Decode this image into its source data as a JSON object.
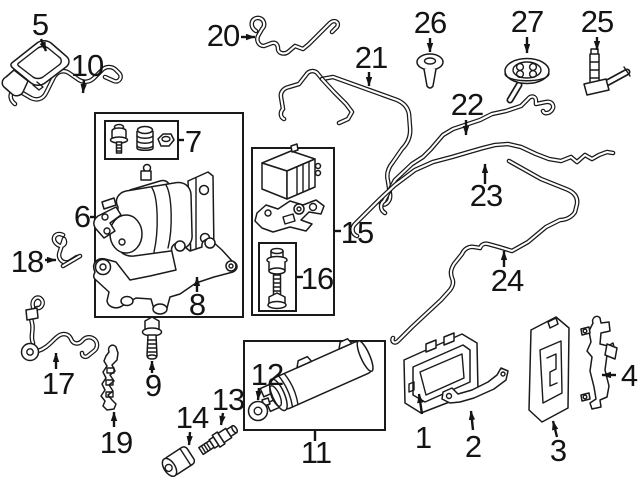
{
  "diagram": {
    "type": "exploded-parts-diagram",
    "background": "#ffffff",
    "line_color": "#1a1a1a",
    "label_color": "#141414",
    "callouts": [
      {
        "num": "1"
      },
      {
        "num": "2"
      },
      {
        "num": "3"
      },
      {
        "num": "4"
      },
      {
        "num": "5"
      },
      {
        "num": "6"
      },
      {
        "num": "7"
      },
      {
        "num": "8"
      },
      {
        "num": "9"
      },
      {
        "num": "10"
      },
      {
        "num": "11"
      },
      {
        "num": "12"
      },
      {
        "num": "13"
      },
      {
        "num": "14"
      },
      {
        "num": "15"
      },
      {
        "num": "16"
      },
      {
        "num": "17"
      },
      {
        "num": "18"
      },
      {
        "num": "19"
      },
      {
        "num": "20"
      },
      {
        "num": "21"
      },
      {
        "num": "22"
      },
      {
        "num": "23"
      },
      {
        "num": "24"
      },
      {
        "num": "25"
      },
      {
        "num": "26"
      },
      {
        "num": "27"
      }
    ]
  }
}
